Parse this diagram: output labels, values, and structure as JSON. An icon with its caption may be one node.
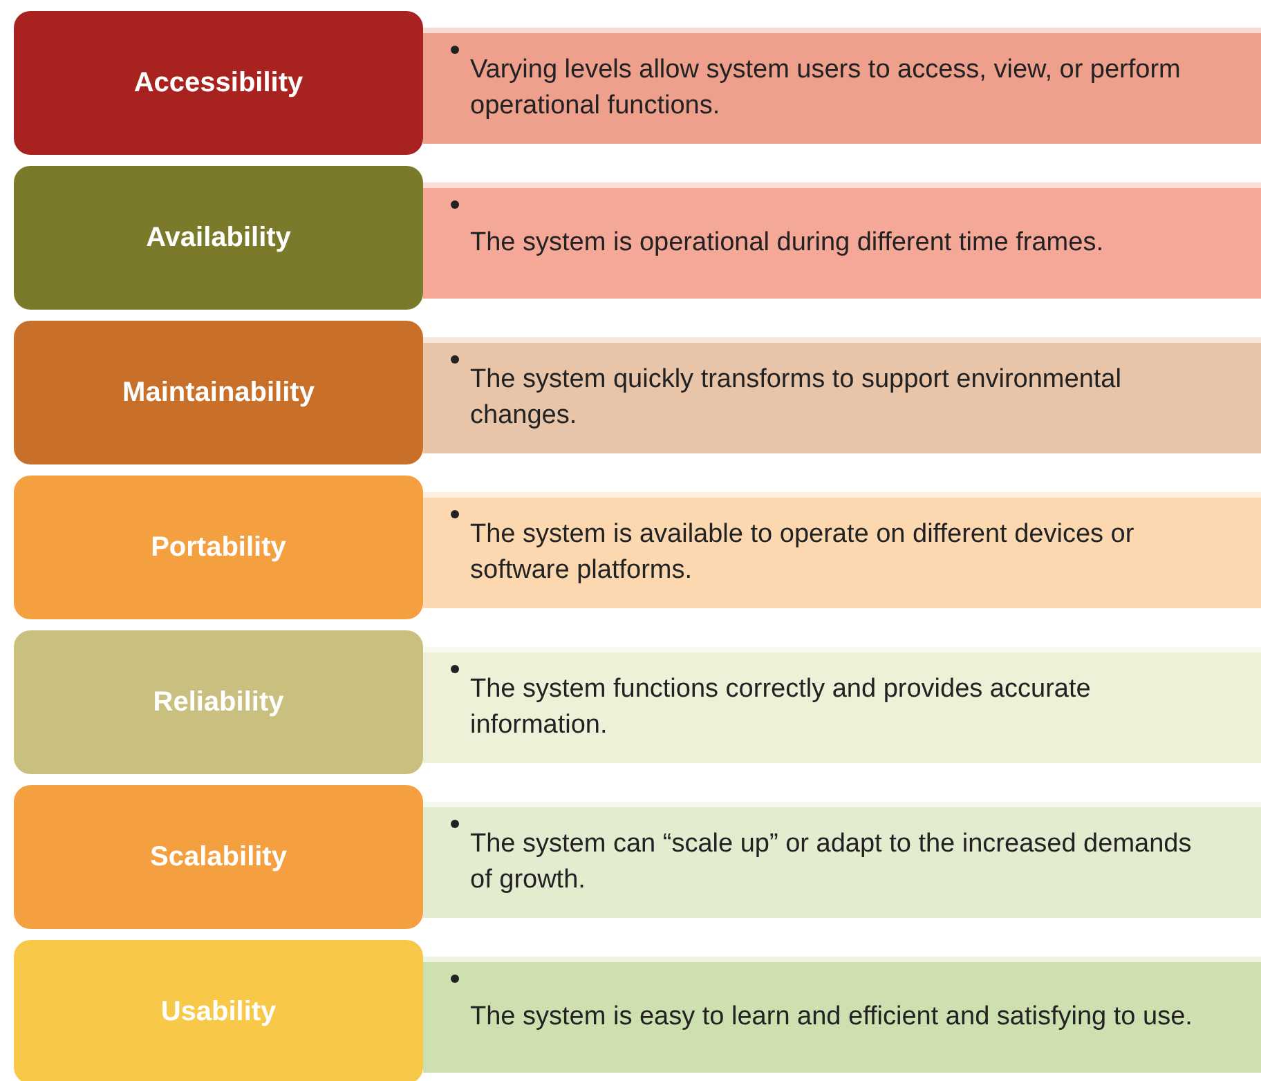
{
  "diagram": {
    "nodes": [
      {
        "text": [
          "Accessibility"
        ]
      },
      {
        "text": [
          "Varying levels allow system users to access, view, or perform operational functions."
        ]
      },
      {
        "text": [
          "Availability"
        ]
      },
      {
        "text": [
          "The system is operational during different time frames."
        ]
      },
      {
        "text": [
          "Maintainability"
        ]
      },
      {
        "text": [
          "The system quickly transforms to support environmental changes."
        ]
      },
      {
        "text": [
          "Portability"
        ]
      },
      {
        "text": [
          "The system is available to operate on different devices or software platforms."
        ]
      },
      {
        "text": [
          "Reliability"
        ]
      },
      {
        "text": [
          "The system functions correctly and provides accurate information."
        ]
      },
      {
        "text": [
          "Scalability"
        ]
      },
      {
        "text": [
          "The system can “scale up” or adapt to the increased demands of growth."
        ]
      },
      {
        "text": [
          "Usability"
        ]
      },
      {
        "text": [
          "The system is easy to learn and efficient and satisfying to use."
        ]
      }
    ]
  }
}
